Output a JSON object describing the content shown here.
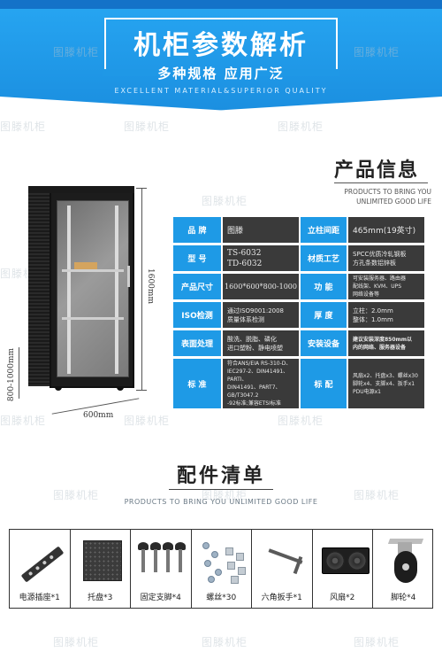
{
  "header": {
    "title": "机柜参数解析",
    "subtitle": "多种规格 应用广泛",
    "tagline": "EXCELLENT MATERIAL&SUPERIOR QUALITY"
  },
  "watermark": "图滕机柜",
  "product_info": {
    "title": "产品信息",
    "tagline": "PRODUCTS TO BRING YOU UNLIMITED GOOD LIFE"
  },
  "dimensions": {
    "height": "1600mm",
    "depth": "800-1000mm",
    "width": "600mm"
  },
  "spec_rows": [
    {
      "label1": "品 牌",
      "value1": "图滕",
      "label2": "立柱间距",
      "value2": "465mm(19英寸)"
    },
    {
      "label1": "型 号",
      "value1": "TS-6032\nTD-6032",
      "label2": "材质工艺",
      "value2": "SPCC优质冷轧钢板\n方孔条数铝锌板"
    },
    {
      "label1": "产品尺寸",
      "value1": "1600*600*800-1000",
      "label2": "功 能",
      "value2": "可安装服务器、路由器\n配线架、KVM、UPS\n网络设备等"
    },
    {
      "label1": "ISO检测",
      "value1": "通过ISO9001:2008\n质量体系检测",
      "label2": "厚 度",
      "value2": "立柱：2.0mm\n整体：1.0mm"
    },
    {
      "label1": "表面处理",
      "value1": "酸洗、脱脂、磷化\n进口塑粉、静电喷塑",
      "label2": "安装设备",
      "value2": "建议安装深度850mm以\n内的网络、服务器设备"
    },
    {
      "label1": "标 准",
      "value1": "符合ANS/EIA RS-310-D、\nIEC297-2、DIN41491、PARTI、\nDIN41491、PART7、GB/T3047.2\n-92标准;兼容ETSI标准",
      "label2": "标 配",
      "value2": "风扇x2、托盘x3、螺丝x30\n脚轮x4、支脚x4、扳手x1\nPDU电源x1"
    }
  ],
  "accessories": {
    "title": "配件清单",
    "tagline": "PRODUCTS TO BRING YOU UNLIMITED GOOD LIFE",
    "items": [
      {
        "name": "电源插座*1",
        "icon": "power-strip-icon"
      },
      {
        "name": "托盘*3",
        "icon": "tray-icon"
      },
      {
        "name": "固定支脚*4",
        "icon": "leveling-foot-icon"
      },
      {
        "name": "螺丝*30",
        "icon": "screws-icon"
      },
      {
        "name": "六角扳手*1",
        "icon": "hex-key-icon"
      },
      {
        "name": "风扇*2",
        "icon": "fan-icon"
      },
      {
        "name": "脚轮*4",
        "icon": "caster-wheel-icon"
      }
    ]
  }
}
